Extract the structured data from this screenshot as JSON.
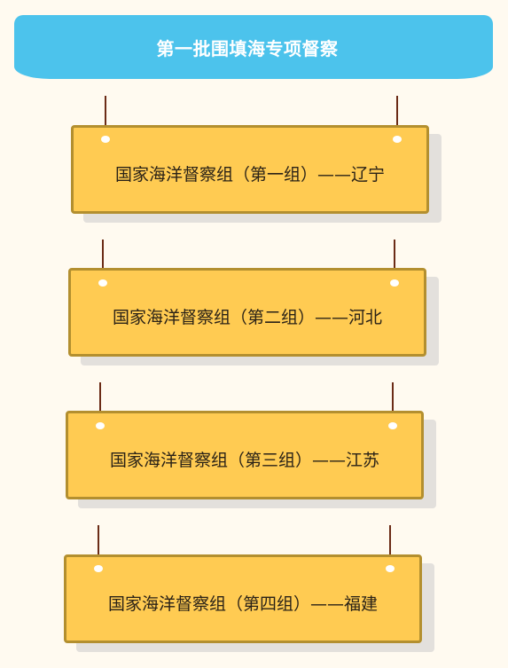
{
  "banner": {
    "title": "第一批围填海专项督察"
  },
  "groups": [
    {
      "label": "国家海洋督察组（第一组）——辽宁"
    },
    {
      "label": "国家海洋督察组（第二组）——河北"
    },
    {
      "label": "国家海洋督察组（第三组）——江苏"
    },
    {
      "label": "国家海洋督察组（第四组）——福建"
    }
  ],
  "colors": {
    "banner": "#4cc3ec",
    "card_fill": "#ffcb52",
    "card_border": "#b38f2f",
    "string": "#6b2b16",
    "background": "#fffaf0"
  }
}
